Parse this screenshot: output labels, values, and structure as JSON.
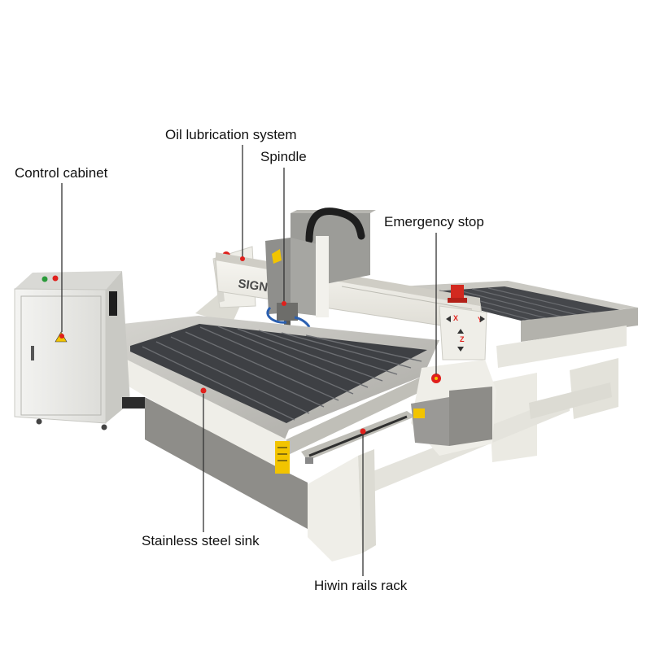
{
  "callouts": {
    "oil_lubrication": "Oil lubrication system",
    "spindle": "Spindle",
    "control_cabinet": "Control cabinet",
    "emergency_stop": "Emergency stop",
    "stainless_sink": "Stainless steel sink",
    "hiwin_rails": "Hiwin rails rack"
  },
  "logo": {
    "brand": "SIGN"
  },
  "axis_marks": {
    "x": "X",
    "y": "Y",
    "z": "Z"
  },
  "colors": {
    "background": "#ffffff",
    "frame": "#ecebe4",
    "steel": "#b7b6b1",
    "table_slats": "#3e4044",
    "cabinet_gray": "#8f8f8c",
    "marker_red": "#e0201c",
    "warning_yellow": "#f2c400",
    "leader_line": "#333333"
  }
}
